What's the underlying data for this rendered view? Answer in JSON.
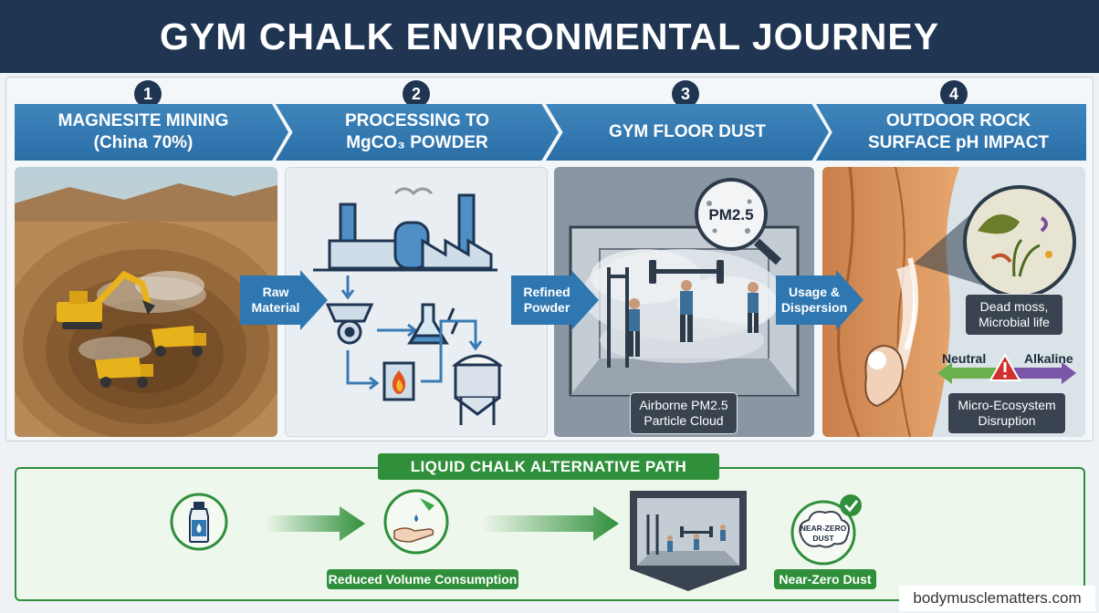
{
  "title": "GYM CHALK ENVIRONMENTAL JOURNEY",
  "steps": [
    {
      "number": "1",
      "line1": "MAGNESITE MINING",
      "line2": "(China 70%)"
    },
    {
      "number": "2",
      "line1": "PROCESSING TO",
      "line2": "MgCO₃ POWDER"
    },
    {
      "number": "3",
      "line1": "GYM FLOOR DUST",
      "line2": ""
    },
    {
      "number": "4",
      "line1": "OUTDOOR ROCK",
      "line2": "SURFACE pH IMPACT"
    }
  ],
  "connectors": [
    {
      "line1": "Raw",
      "line2": "Material"
    },
    {
      "line1": "Refined",
      "line2": "Powder"
    },
    {
      "line1": "Usage &",
      "line2": "Dispersion"
    }
  ],
  "gym_panel": {
    "magnifier_label": "PM2.5",
    "caption_line1": "Airborne PM2.5",
    "caption_line2": "Particle Cloud"
  },
  "rock_panel": {
    "organism_caption_line1": "Dead moss,",
    "organism_caption_line2": "Microbial life",
    "scale_left": "Neutral",
    "scale_right": "Alkaline",
    "impact_caption_line1": "Micro-Ecosystem",
    "impact_caption_line2": "Disruption"
  },
  "alternative": {
    "title": "LIQUID CHALK ALTERNATIVE PATH",
    "reduced_label": "Reduced Volume Consumption",
    "badge_line1": "NEAR-ZERO",
    "badge_line2": "DUST",
    "near_zero_label": "Near-Zero Dust"
  },
  "watermark": "bodymusclematters.com",
  "colors": {
    "title_bg": "#1f3552",
    "banner_blue": "#2f77b0",
    "alt_green": "#2f8f3a",
    "warning_red": "#d0312d"
  }
}
